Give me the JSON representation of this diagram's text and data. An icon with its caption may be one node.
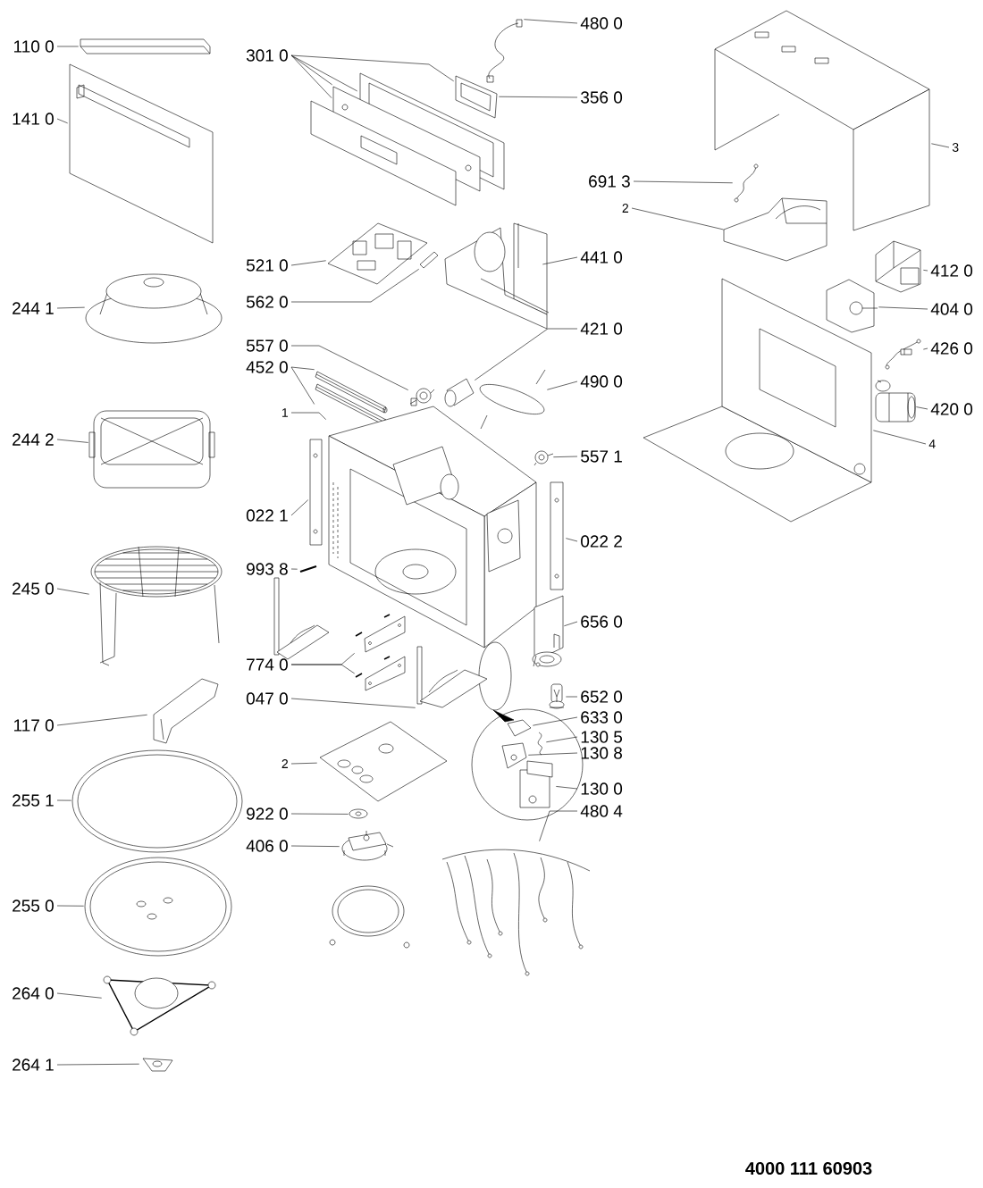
{
  "diagram": {
    "nodes": [
      {
        "text": [
          "110 0"
        ]
      },
      {
        "text": [
          "141 0"
        ]
      },
      {
        "text": [
          "244 1"
        ]
      },
      {
        "text": [
          "244 2"
        ]
      },
      {
        "text": [
          "245 0"
        ]
      },
      {
        "text": [
          "117 0"
        ]
      },
      {
        "text": [
          "255 1"
        ]
      },
      {
        "text": [
          "255 0"
        ]
      },
      {
        "text": [
          "264 0"
        ]
      },
      {
        "text": [
          "264 1"
        ]
      },
      {
        "text": [
          "301 0"
        ]
      },
      {
        "text": [
          "521 0"
        ]
      },
      {
        "text": [
          "562 0"
        ]
      },
      {
        "text": [
          "557 0"
        ]
      },
      {
        "text": [
          "452 0"
        ]
      },
      {
        "text": [
          "1"
        ]
      },
      {
        "text": [
          "022 1"
        ]
      },
      {
        "text": [
          "993 8"
        ]
      },
      {
        "text": [
          "774 0"
        ]
      },
      {
        "text": [
          "047 0"
        ]
      },
      {
        "text": [
          "2"
        ]
      },
      {
        "text": [
          "922 0"
        ]
      },
      {
        "text": [
          "406 0"
        ]
      },
      {
        "text": [
          "480 0"
        ]
      },
      {
        "text": [
          "356 0"
        ]
      },
      {
        "text": [
          "441 0"
        ]
      },
      {
        "text": [
          "421 0"
        ]
      },
      {
        "text": [
          "490 0"
        ]
      },
      {
        "text": [
          "557 1"
        ]
      },
      {
        "text": [
          "022 2"
        ]
      },
      {
        "text": [
          "656 0"
        ]
      },
      {
        "text": [
          "652 0"
        ]
      },
      {
        "text": [
          "633 0"
        ]
      },
      {
        "text": [
          "130 5"
        ]
      },
      {
        "text": [
          "130 8"
        ]
      },
      {
        "text": [
          "130 0"
        ]
      },
      {
        "text": [
          "480 4"
        ]
      },
      {
        "text": [
          "691 3"
        ]
      },
      {
        "text": [
          "2"
        ]
      },
      {
        "text": [
          "3"
        ]
      },
      {
        "text": [
          "412 0"
        ]
      },
      {
        "text": [
          "404 0"
        ]
      },
      {
        "text": [
          "426 0"
        ]
      },
      {
        "text": [
          "420 0"
        ]
      },
      {
        "text": [
          "4"
        ]
      },
      {
        "text": [],
        "shape": "picture"
      },
      {
        "text": [],
        "shape": "picture"
      },
      {
        "text": [],
        "shape": "picture"
      },
      {
        "text": [],
        "shape": "picture"
      },
      {
        "text": [],
        "shape": "picture"
      },
      {
        "text": [],
        "shape": "picture"
      },
      {
        "text": [],
        "shape": "picture"
      },
      {
        "text": [],
        "shape": "picture"
      },
      {
        "text": [],
        "shape": "picture"
      },
      {
        "text": [],
        "shape": "picture"
      },
      {
        "text": [],
        "shape": "picture"
      },
      {
        "text": [],
        "shape": "picture"
      },
      {
        "text": [],
        "shape": "picture"
      },
      {
        "text": [],
        "shape": "picture"
      },
      {
        "text": [],
        "shape": "picture"
      },
      {
        "text": [],
        "shape": "picture"
      },
      {
        "text": [],
        "shape": "picture"
      },
      {
        "text": [],
        "shape": "picture"
      },
      {
        "text": [],
        "shape": "picture"
      },
      {
        "text": [],
        "shape": "picture"
      },
      {
        "text": [],
        "shape": "picture"
      },
      {
        "text": [],
        "shape": "picture"
      },
      {
        "text": [],
        "shape": "picture"
      },
      {
        "text": [],
        "shape": "picture"
      },
      {
        "text": [],
        "shape": "picture"
      },
      {
        "text": [],
        "shape": "picture"
      },
      {
        "text": [],
        "shape": "picture"
      },
      {
        "text": [],
        "shape": "picture"
      },
      {
        "text": [],
        "shape": "picture"
      },
      {
        "text": [],
        "shape": "picture"
      },
      {
        "text": [],
        "shape": "picture"
      },
      {
        "text": [],
        "shape": "picture"
      },
      {
        "text": [],
        "shape": "picture"
      },
      {
        "text": [],
        "shape": "picture"
      },
      {
        "text": [],
        "shape": "picture"
      },
      {
        "text": [],
        "shape": "picture"
      },
      {
        "text": [],
        "shape": "picture"
      },
      {
        "text": [],
        "shape": "picture"
      },
      {
        "text": [],
        "shape": "picture"
      },
      {
        "text": [],
        "shape": "picture"
      },
      {
        "text": [],
        "shape": "picture"
      },
      {
        "text": [],
        "shape": "picture"
      },
      {
        "text": [],
        "shape": "picture"
      },
      {
        "text": [],
        "shape": "picture"
      },
      {
        "text": [],
        "shape": "picture"
      },
      {
        "text": [],
        "shape": "picture"
      },
      {
        "text": [],
        "shape": "picture"
      },
      {
        "text": [],
        "shape": "picture"
      },
      {
        "text": [],
        "shape": "picture"
      }
    ],
    "edges": [
      {
        "from": 0,
        "to": 45,
        "arrow": "none"
      },
      {
        "from": 1,
        "to": 46,
        "arrow": "none"
      },
      {
        "from": 2,
        "to": 47,
        "arrow": "none"
      },
      {
        "from": 3,
        "to": 48,
        "arrow": "none"
      },
      {
        "from": 4,
        "to": 49,
        "arrow": "none"
      },
      {
        "from": 5,
        "to": 50,
        "arrow": "none"
      },
      {
        "from": 6,
        "to": 51,
        "arrow": "none"
      },
      {
        "from": 7,
        "to": 52,
        "arrow": "none"
      },
      {
        "from": 8,
        "to": 53,
        "arrow": "none"
      },
      {
        "from": 9,
        "to": 54,
        "arrow": "none"
      },
      {
        "from": 10,
        "to": 55,
        "arrow": "none"
      },
      {
        "from": 10,
        "to": 56,
        "arrow": "none"
      },
      {
        "from": 10,
        "to": 57,
        "arrow": "none"
      },
      {
        "from": 10,
        "to": 58,
        "arrow": "none"
      },
      {
        "from": 11,
        "to": 60,
        "arrow": "none"
      },
      {
        "from": 12,
        "to": 61,
        "arrow": "none"
      },
      {
        "from": 13,
        "to": 63,
        "arrow": "none"
      },
      {
        "from": 14,
        "to": 64,
        "arrow": "none"
      },
      {
        "from": 14,
        "to": 65,
        "arrow": "none"
      },
      {
        "from": 15,
        "to": 66,
        "arrow": "none"
      },
      {
        "from": 16,
        "to": 70,
        "arrow": "none"
      },
      {
        "from": 17,
        "to": 72,
        "arrow": "none"
      },
      {
        "from": 18,
        "to": 73,
        "arrow": "none"
      },
      {
        "from": 18,
        "to": 74,
        "arrow": "none"
      },
      {
        "from": 19,
        "to": 75,
        "arrow": "none"
      },
      {
        "from": 20,
        "to": 76,
        "arrow": "none"
      },
      {
        "from": 21,
        "to": 77,
        "arrow": "none"
      },
      {
        "from": 22,
        "to": 78,
        "arrow": "none"
      },
      {
        "from": 23,
        "to": 59,
        "arrow": "none"
      },
      {
        "from": 24,
        "to": 55,
        "arrow": "none"
      },
      {
        "from": 25,
        "to": 62,
        "arrow": "none"
      },
      {
        "from": 26,
        "to": 67,
        "arrow": "none"
      },
      {
        "from": 27,
        "to": 68,
        "arrow": "none"
      },
      {
        "from": 28,
        "to": 69,
        "arrow": "none"
      },
      {
        "from": 29,
        "to": 71,
        "arrow": "none"
      },
      {
        "from": 30,
        "to": 79,
        "arrow": "none"
      },
      {
        "from": 31,
        "to": 80,
        "arrow": "none"
      },
      {
        "from": 32,
        "to": 81,
        "arrow": "none"
      },
      {
        "from": 33,
        "to": 82,
        "arrow": "none"
      },
      {
        "from": 34,
        "to": 83,
        "arrow": "none"
      },
      {
        "from": 35,
        "to": 84,
        "arrow": "none"
      },
      {
        "from": 36,
        "to": 85,
        "arrow": "none"
      },
      {
        "from": 37,
        "to": 87,
        "arrow": "none"
      },
      {
        "from": 38,
        "to": 88,
        "arrow": "none"
      },
      {
        "from": 39,
        "to": 86,
        "arrow": "none"
      },
      {
        "from": 40,
        "to": 89,
        "arrow": "none"
      },
      {
        "from": 41,
        "to": 90,
        "arrow": "none"
      },
      {
        "from": 42,
        "to": 91,
        "arrow": "none"
      },
      {
        "from": 43,
        "to": 92,
        "arrow": "none"
      },
      {
        "from": 44,
        "to": 93,
        "arrow": "none"
      }
    ],
    "labels": [
      "4000 111 60903"
    ]
  }
}
